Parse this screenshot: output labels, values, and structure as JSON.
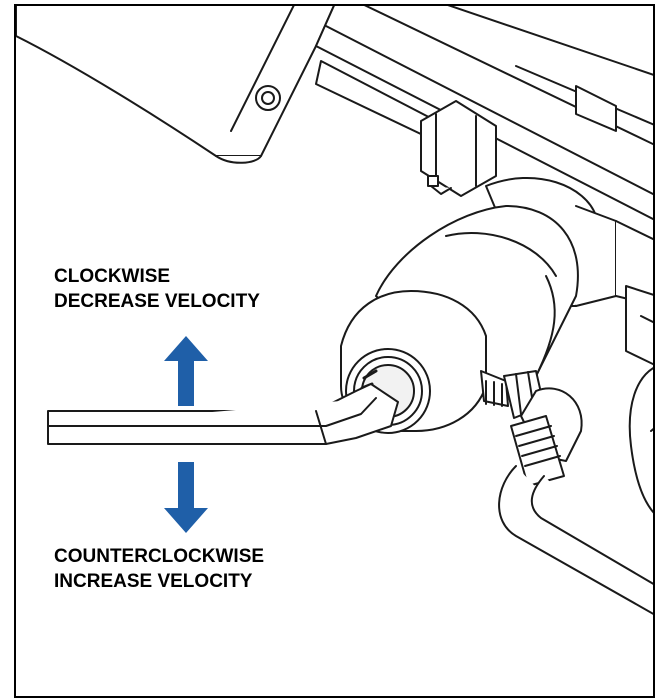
{
  "labels": {
    "clockwise": {
      "line1": "CLOCKWISE",
      "line2": "DECREASE VELOCITY"
    },
    "counterclockwise": {
      "line1": "COUNTERCLOCKWISE",
      "line2": "INCREASE VELOCITY"
    }
  },
  "colors": {
    "arrow": "#1f5fa8",
    "line": "#1a1a1a",
    "background": "#ffffff"
  }
}
